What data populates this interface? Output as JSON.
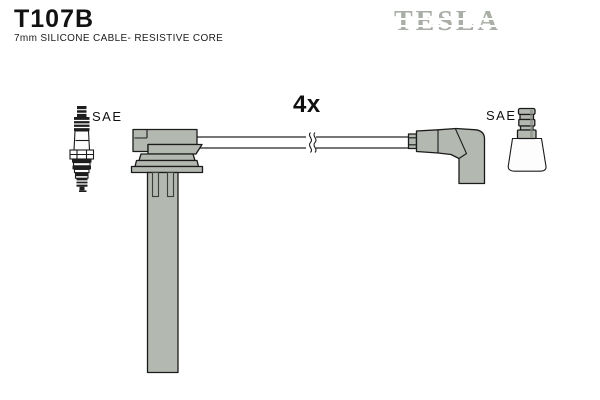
{
  "header": {
    "part_number": "T107B",
    "subtitle": "7mm SILICONE CABLE- RESISTIVE CORE",
    "brand": "TESLA"
  },
  "diagram": {
    "quantity_label": "4x",
    "sae_label_left": "SAE",
    "sae_label_right": "SAE"
  },
  "colors": {
    "part_gray": "#b3b8b0",
    "part_gray_dark": "#868c84",
    "outline": "#1b1b1b",
    "brand_gray": "#a9aea6",
    "text": "#121212",
    "background": "#ffffff"
  }
}
